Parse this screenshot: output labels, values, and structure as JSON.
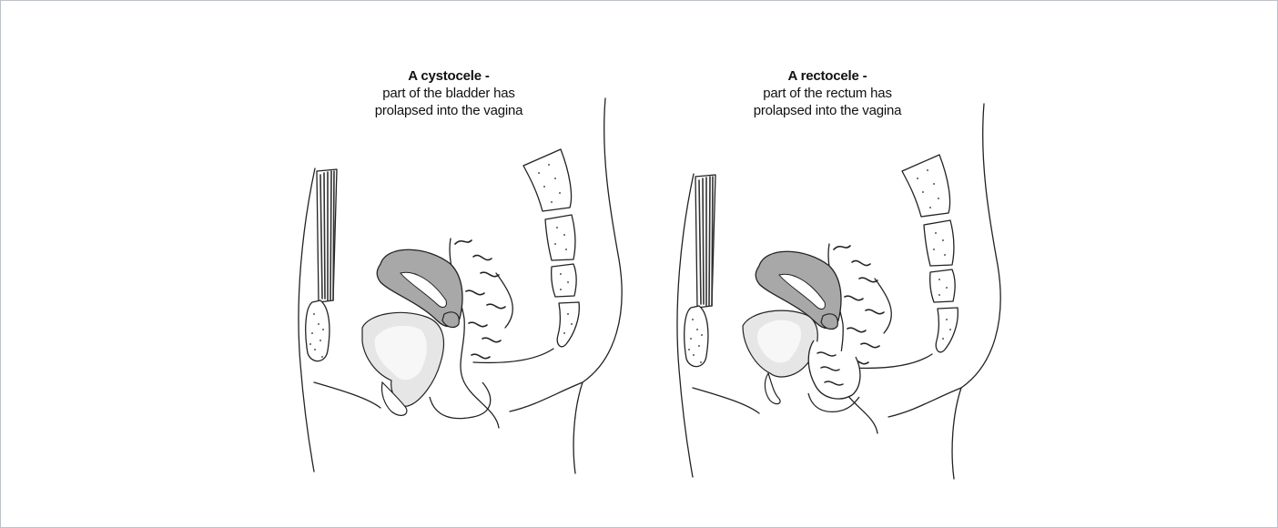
{
  "left_panel": {
    "title": "A cystocele -",
    "line1": "part of the bladder has",
    "line2": "prolapsed into the vagina"
  },
  "right_panel": {
    "title": "A rectocele -",
    "line1": "part of the rectum has",
    "line2": "prolapsed into the vagina"
  },
  "colors": {
    "outline": "#222222",
    "uterus_fill": "#a8a8a8",
    "bladder_fill": "#e6e6e6",
    "bladder_inner": "#f7f7f7"
  }
}
